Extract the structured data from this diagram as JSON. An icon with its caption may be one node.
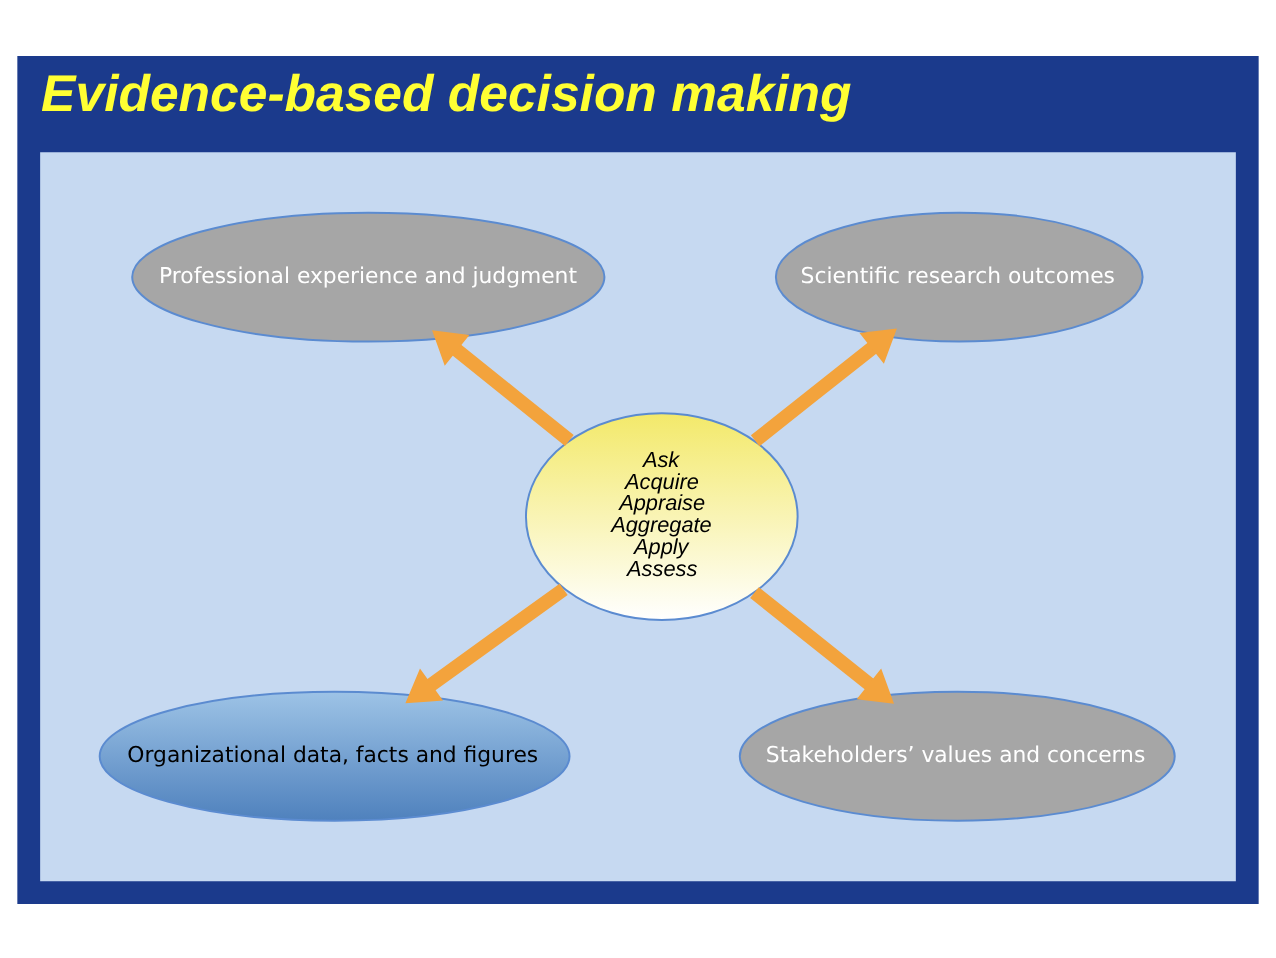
{
  "diagram": {
    "title": "Evidence-based decision making",
    "nodes": [
      {
        "text": [],
        "shape": "box"
      },
      {
        "text": [
          "Ask",
          "Acquire",
          "Appraise",
          "Aggregate",
          "Apply",
          "Assess"
        ],
        "in": 0
      },
      {
        "text": [
          "Scientific research outcomes"
        ],
        "in": 0
      },
      {
        "text": [
          "Professional experience and judgment"
        ],
        "in": 0
      },
      {
        "text": [
          "Organizational data, facts and figures"
        ],
        "in": 0
      },
      {
        "text": [
          "Stakeholders’ values and concerns"
        ],
        "in": 0
      }
    ],
    "edges": [
      {
        "from": 1,
        "to": 2,
        "arrow": "to"
      },
      {
        "from": 1,
        "to": 3,
        "arrow": "to"
      },
      {
        "from": 1,
        "to": 4,
        "arrow": "to"
      },
      {
        "from": 1,
        "to": 5,
        "arrow": "to"
      }
    ]
  }
}
